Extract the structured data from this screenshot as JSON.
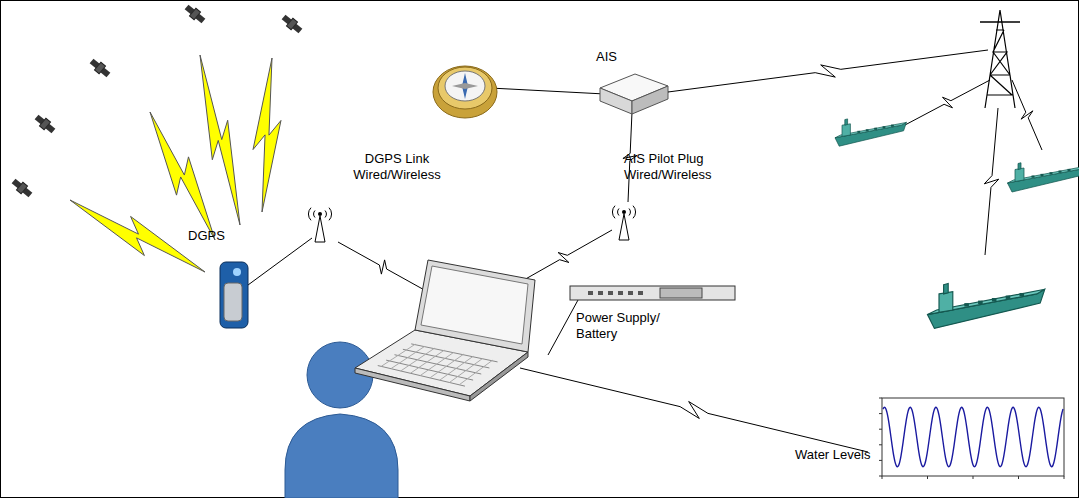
{
  "diagram": {
    "labels": [
      "DGPS",
      "DGPS Link Wired/Wireless",
      "AIS",
      "AIS Pilot Plug Wired/Wireless",
      "Power Supply/ Battery",
      "Water Levels"
    ]
  }
}
